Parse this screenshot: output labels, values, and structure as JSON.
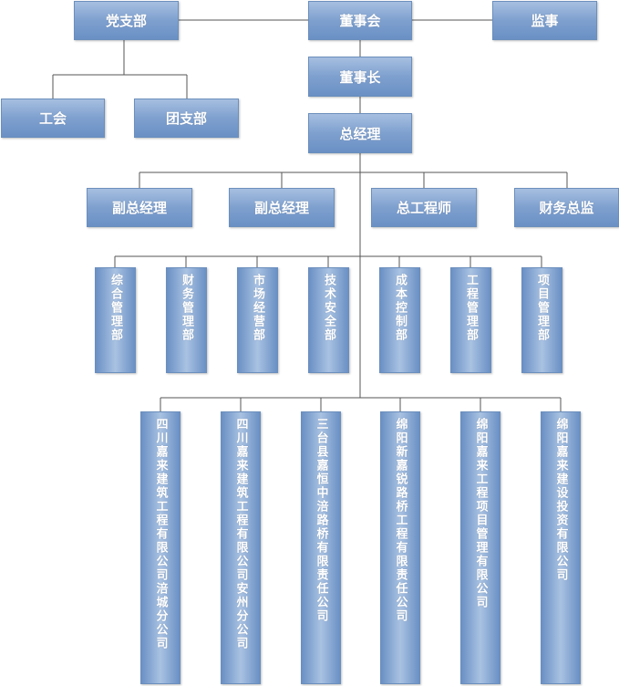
{
  "top": {
    "party": "党支部",
    "board": "董事会",
    "supervisor": "监事"
  },
  "party_children": {
    "union": "工会",
    "youth": "团支部"
  },
  "chairman": "董事长",
  "gm": "总经理",
  "executives": [
    "副总经理",
    "副总经理",
    "总工程师",
    "财务总监"
  ],
  "departments": [
    "综合管理部",
    "财务管理部",
    "市场经营部",
    "技术安全部",
    "成本控制部",
    "工程管理部",
    "项目管理部"
  ],
  "subsidiaries": [
    "四川嘉来建筑工程有限公司涪城分公司",
    "四川嘉来建筑工程有限公司安州分公司",
    "三台县嘉恒中涪路桥有限责任公司",
    "绵阳新嘉锐路桥工程有限责任公司",
    "绵阳嘉来工程项目管理有限公司",
    "绵阳嘉来建设投资有限公司"
  ]
}
